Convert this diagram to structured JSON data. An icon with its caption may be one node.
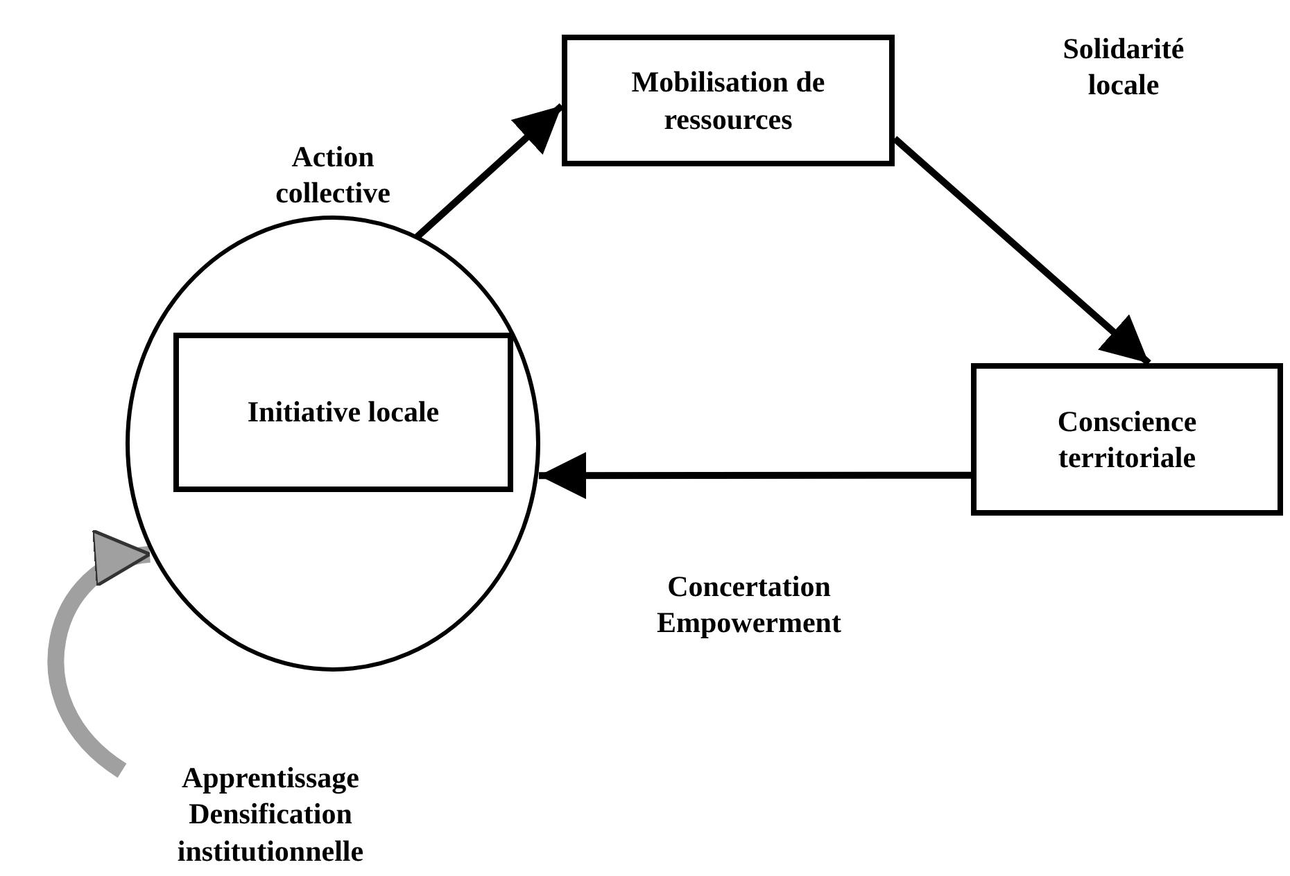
{
  "diagram": {
    "nodes": [
      {
        "text": [],
        "shape": "circle"
      },
      {
        "text": [
          "Initiative locale"
        ],
        "in": 0
      },
      {
        "text": [
          "Mobilisation de ressources"
        ]
      },
      {
        "text": [
          "Conscience territoriale"
        ]
      }
    ],
    "edges": [
      {
        "from": 0,
        "to": 2,
        "arrow": "to",
        "label": "Action collective"
      },
      {
        "from": 2,
        "to": 3,
        "arrow": "to",
        "label": "Solidarité locale"
      },
      {
        "from": 3,
        "to": 0,
        "arrow": "to",
        "label": "Concertation Empowerment"
      },
      {
        "from": null,
        "to": 0,
        "arrow": "to",
        "label": "Apprentissage Densification institutionnelle",
        "style": "thick",
        "color": "#a0a0a0"
      }
    ]
  }
}
